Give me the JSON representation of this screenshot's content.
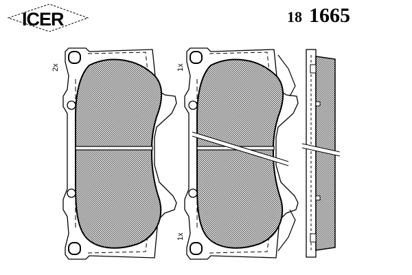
{
  "brand": {
    "logo_text": "ICER"
  },
  "part_number": {
    "prefix": "18",
    "number": "1665"
  },
  "quantities": {
    "pad_left": "2x",
    "pad_middle_top": "1x",
    "pad_middle_bottom": "1x"
  }
}
